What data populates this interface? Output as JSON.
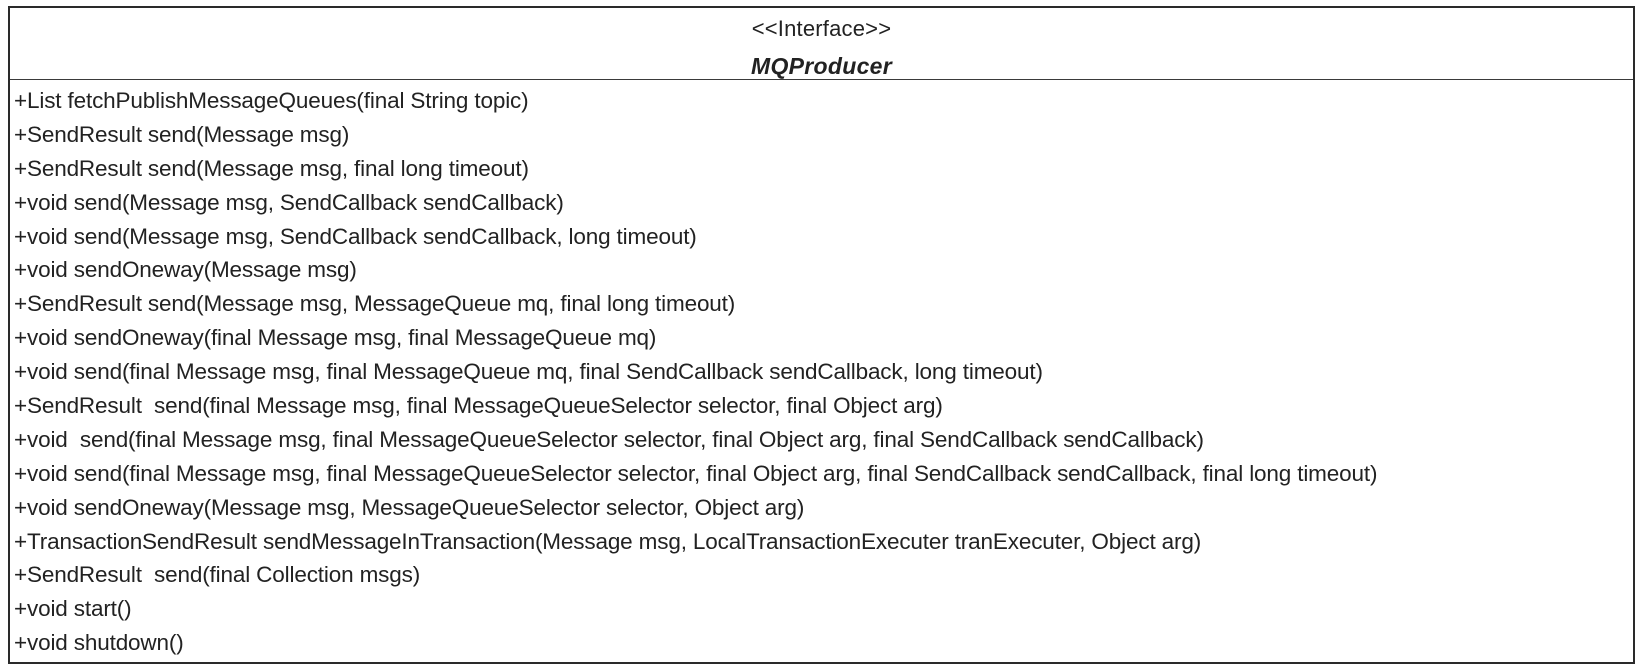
{
  "class": {
    "stereotype": "<<Interface>>",
    "name": "MQProducer"
  },
  "methods": [
    "+List fetchPublishMessageQueues(final String topic)",
    "+SendResult send(Message msg)",
    "+SendResult send(Message msg, final long timeout)",
    "+void send(Message msg, SendCallback sendCallback)",
    "+void send(Message msg, SendCallback sendCallback, long timeout)",
    "+void sendOneway(Message msg)",
    "+SendResult send(Message msg, MessageQueue mq, final long timeout)",
    "+void sendOneway(final Message msg, final MessageQueue mq)",
    "+void send(final Message msg, final MessageQueue mq, final SendCallback sendCallback, long timeout)",
    "+SendResult  send(final Message msg, final MessageQueueSelector selector, final Object arg)",
    "+void  send(final Message msg, final MessageQueueSelector selector, final Object arg, final SendCallback sendCallback)",
    "+void send(final Message msg, final MessageQueueSelector selector, final Object arg, final SendCallback sendCallback, final long timeout)",
    "+void sendOneway(Message msg, MessageQueueSelector selector, Object arg)",
    "+TransactionSendResult sendMessageInTransaction(Message msg, LocalTransactionExecuter tranExecuter, Object arg)",
    "+SendResult  send(final Collection msgs)",
    "+void start()",
    "+void shutdown()"
  ]
}
